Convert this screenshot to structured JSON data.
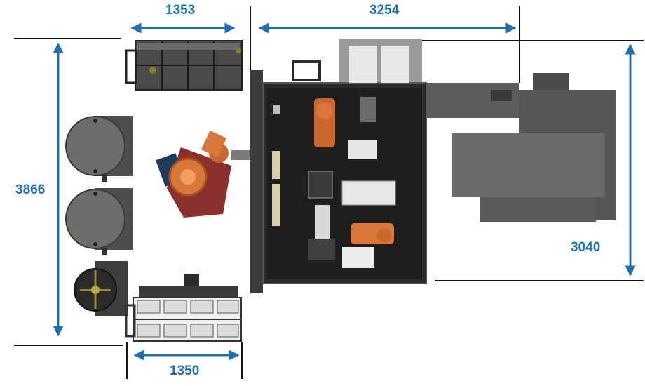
{
  "colors": {
    "dimension": "#1f6fb5",
    "robot": "#d9773a",
    "machine_dark": "#2e2e2e",
    "machine_gray": "#5a5a5a",
    "rack_light": "#eeeeee",
    "fixture_red": "#8c2f2f"
  },
  "dimensions": {
    "top_left_width": "1353",
    "top_right_width": "3254",
    "left_height": "3866",
    "right_height": "3040",
    "bottom_left_width": "1350"
  }
}
